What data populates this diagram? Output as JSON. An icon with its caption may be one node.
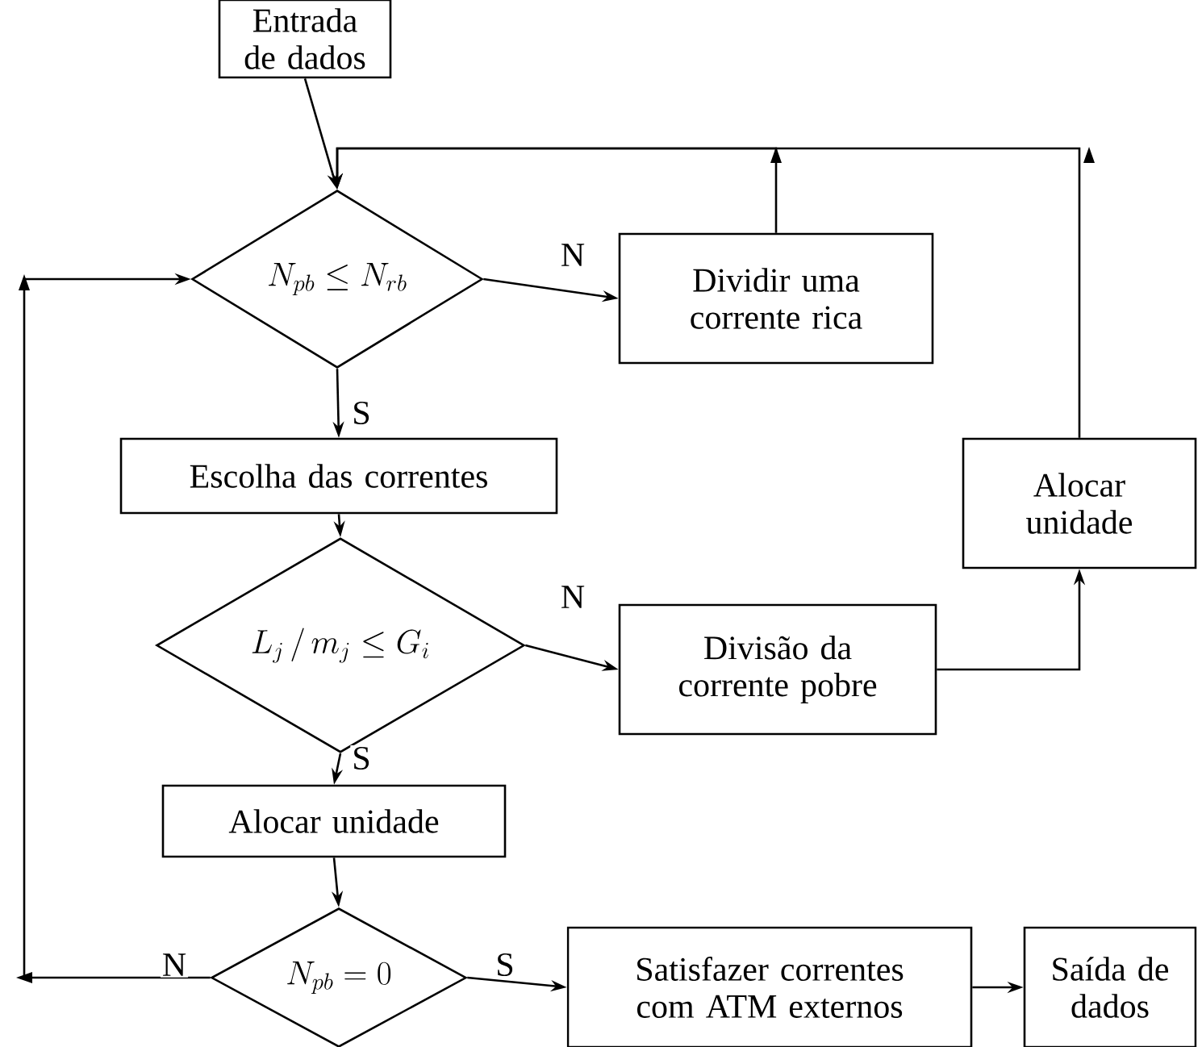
{
  "diagram": {
    "nodes": [
      {
        "text": [
          "Entrada de dados"
        ]
      },
      {
        "text": [
          "N_{pb} \\le N_{rb}"
        ]
      },
      {
        "text": [
          "Dividir uma corrente rica"
        ]
      },
      {
        "text": [
          "Escolha das correntes"
        ]
      },
      {
        "text": [
          "L_j \\,/\\, m_j \\le G_i"
        ]
      },
      {
        "text": [
          "Divisão da corrente pobre"
        ]
      },
      {
        "text": [
          "Alocar unidade"
        ]
      },
      {
        "text": [
          "Alocar unidade"
        ]
      },
      {
        "text": [
          "N_{pb}=0"
        ]
      },
      {
        "text": [
          "Satisfazer correntes com ATM externos"
        ]
      },
      {
        "text": [
          "Saída de dados"
        ]
      }
    ],
    "edges": [
      {
        "from": 0,
        "to": 1,
        "arrow": "to"
      },
      {
        "from": 2,
        "to": 1,
        "arrow": "to"
      },
      {
        "from": 6,
        "to": 1,
        "arrow": "to"
      },
      {
        "from": 1,
        "to": 2,
        "arrow": "to",
        "label": "N"
      },
      {
        "from": 1,
        "to": 3,
        "arrow": "to",
        "label": "S"
      },
      {
        "from": 3,
        "to": 4,
        "arrow": "to"
      },
      {
        "from": 4,
        "to": 5,
        "arrow": "to",
        "label": "N"
      },
      {
        "from": 4,
        "to": 7,
        "arrow": "to",
        "label": "S"
      },
      {
        "from": 5,
        "to": 6,
        "arrow": "to"
      },
      {
        "from": 7,
        "to": 8,
        "arrow": "to"
      },
      {
        "from": 8,
        "to": 1,
        "arrow": "to",
        "label": "N"
      },
      {
        "from": 8,
        "to": 9,
        "arrow": "to",
        "label": "S"
      },
      {
        "from": 9,
        "to": 10,
        "arrow": "to"
      }
    ]
  }
}
